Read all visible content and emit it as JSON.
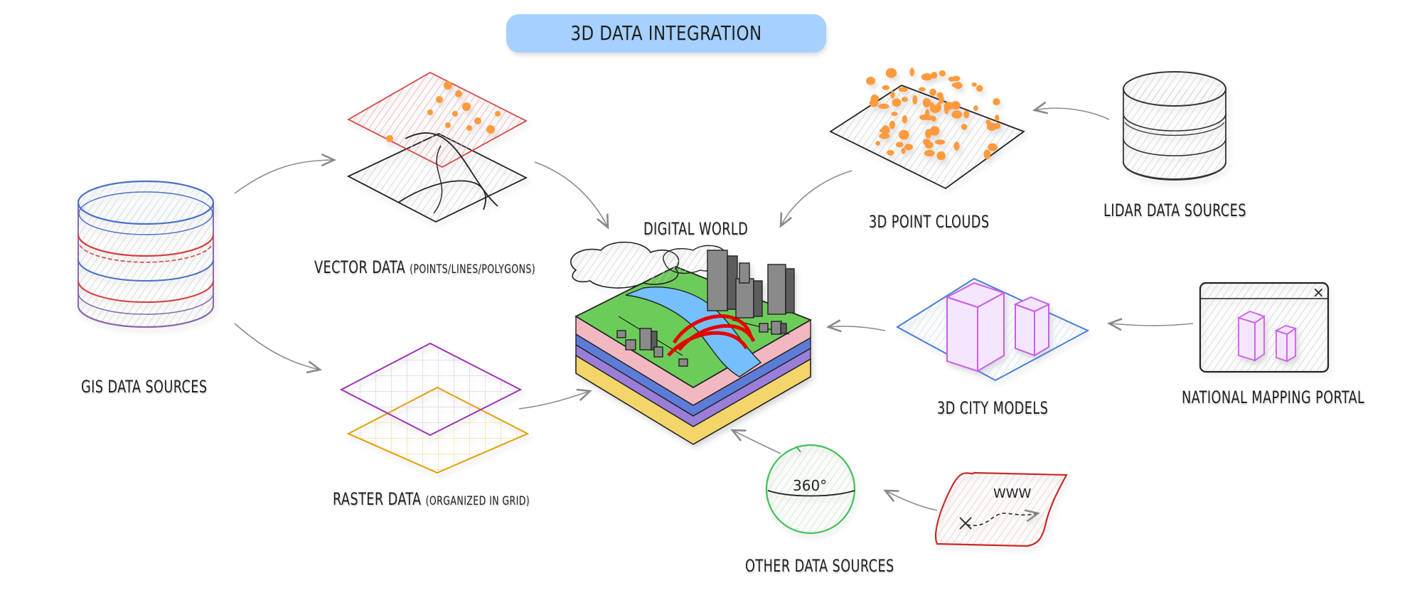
{
  "title": "3D DATA INTEGRATION",
  "center": {
    "label": "DIGITAL WORLD"
  },
  "nodes": {
    "gis": {
      "label": "GIS DATA SOURCES"
    },
    "vector": {
      "label_main": "VECTOR DATA",
      "label_sub": "(POINTS/LINES/POLYGONS)"
    },
    "raster": {
      "label_main": "RASTER DATA",
      "label_sub": "(ORGANIZED IN GRID)"
    },
    "point_clouds": {
      "label": "3D POINT CLOUDS"
    },
    "lidar": {
      "label": "LIDAR DATA SOURCES"
    },
    "city_models": {
      "label": "3D CITY MODELS"
    },
    "mapping_portal": {
      "label": "NATIONAL MAPPING PORTAL",
      "close_glyph": "×"
    },
    "other": {
      "label": "OTHER DATA SOURCES",
      "globe_text": "360°",
      "www_text": "WWW"
    }
  },
  "colors": {
    "title_bg": "#a5d0ff",
    "vector_layer": "#e03131",
    "raster_layer_top": "#9c36b5",
    "raster_layer_bottom": "#f0a500",
    "point_cloud": "#ff9a3c",
    "city_models_outline": "#4a7fd4",
    "buildings": "#cc5de8",
    "globe": "#40c057",
    "www_map": "#c92a2a",
    "ground": "#6ccc5a",
    "water": "#74c0fc",
    "bridge": "#e60000"
  }
}
